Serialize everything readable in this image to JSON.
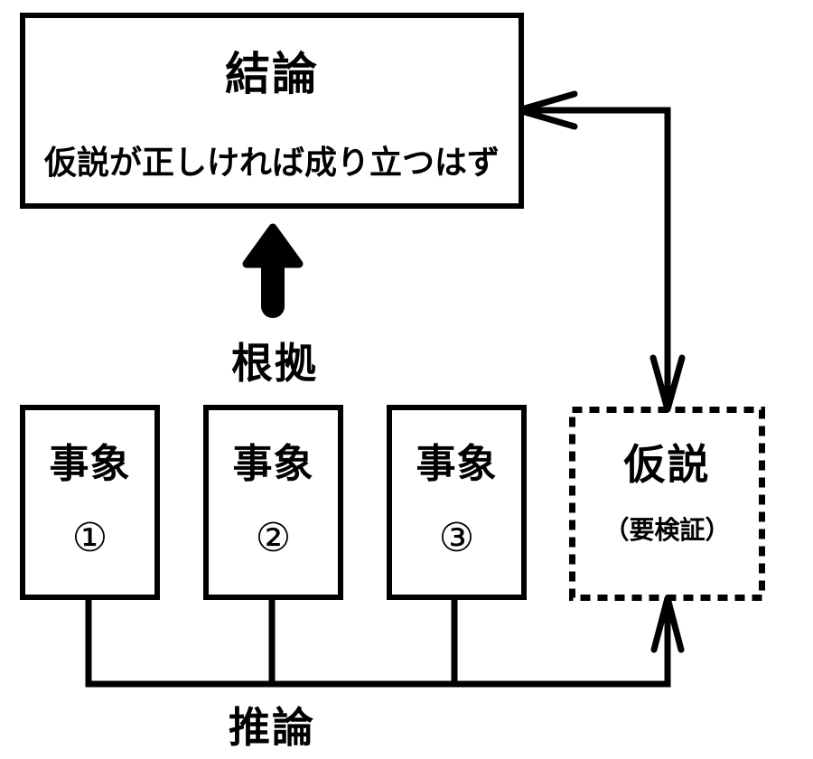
{
  "diagram": {
    "title_context": "hypothetical-reasoning flowchart",
    "conclusion": {
      "title": "結論",
      "subtitle": "仮説が正しければ成り立つはず"
    },
    "events": [
      {
        "label": "事象",
        "number": "①"
      },
      {
        "label": "事象",
        "number": "②"
      },
      {
        "label": "事象",
        "number": "③"
      }
    ],
    "hypothesis": {
      "title": "仮説",
      "note": "（要検証）"
    },
    "labels": {
      "grounds": "根拠",
      "inference": "推論"
    },
    "colors": {
      "ink": "#000000",
      "background": "#ffffff"
    }
  }
}
